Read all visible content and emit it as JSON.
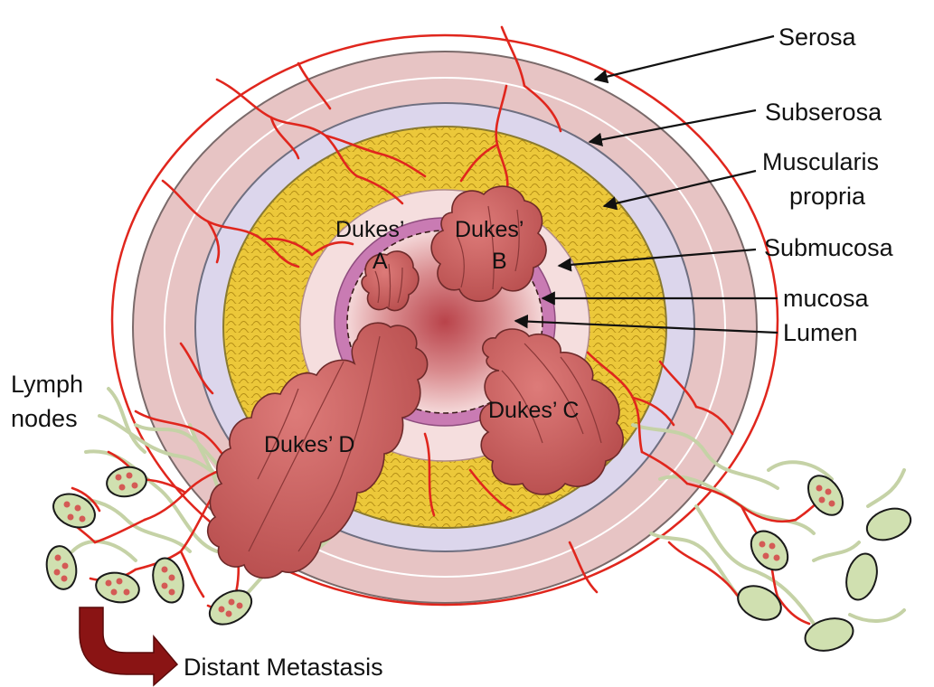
{
  "labels": {
    "serosa": "Serosa",
    "subserosa": "Subserosa",
    "muscularis_line1": "Muscularis",
    "muscularis_line2": "propria",
    "submucosa": "Submucosa",
    "mucosa": "mucosa",
    "lumen": "Lumen",
    "lymph_line1": "Lymph",
    "lymph_line2": "nodes",
    "distant": "Distant Metastasis"
  },
  "tumors": {
    "a_line1": "Dukes’",
    "a_line2": "A",
    "b_line1": "Dukes’",
    "b_line2": "B",
    "c": "Dukes’ C",
    "d": "Dukes’ D"
  },
  "colors": {
    "serosa": "#e7c4c4",
    "subserosa": "#dcd6ec",
    "muscularis": "#ecc83a",
    "submucosa": "#f5dede",
    "mucosa": "#c97bb3",
    "lumen": "#b9434a",
    "tumor": "#c95f5e",
    "vessel": "#e0261d",
    "lymph_vessel": "#c5d2a6",
    "lymph_node": "#d0e0b0",
    "arrow": "#8a1414"
  }
}
